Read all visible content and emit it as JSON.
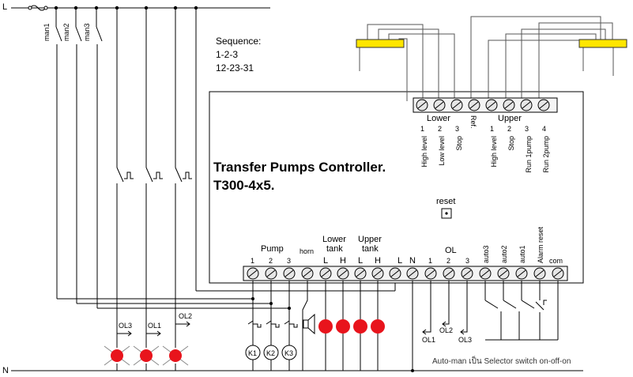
{
  "rails": {
    "top_label": "L",
    "bottom_label": "N"
  },
  "sequence": {
    "title": "Sequence:",
    "line1": "1-2-3",
    "line2": "12-23-31"
  },
  "controller": {
    "title_line1": "Transfer Pumps Controller.",
    "title_line2": "T300-4x5.",
    "reset_label": "reset"
  },
  "manual_switches": [
    "man1",
    "man2",
    "man3"
  ],
  "top_terminals": {
    "lower_group": "Lower",
    "upper_group": "Upper",
    "ref_label": "Ref.",
    "lower_numbers": [
      "1",
      "2",
      "3"
    ],
    "upper_numbers": [
      "1",
      "2",
      "3",
      "4"
    ],
    "lower_signals": [
      "High level",
      "Low level",
      "Stop"
    ],
    "upper_signals": [
      "High level",
      "Stop",
      "Run 1pump",
      "Run 2pump"
    ]
  },
  "bottom_terminals": {
    "pump_group": "Pump",
    "pump_numbers": [
      "1",
      "2",
      "3"
    ],
    "horn": "horn",
    "lower_tank_line1": "Lower",
    "lower_tank_line2": "tank",
    "upper_tank_line1": "Upper",
    "upper_tank_line2": "tank",
    "level_L": "L",
    "level_H": "H",
    "supply_L": "L",
    "supply_N": "N",
    "ol_group": "OL",
    "ol_numbers": [
      "1",
      "2",
      "3"
    ],
    "auto3": "auto3",
    "auto2": "auto2",
    "auto1": "auto1",
    "alarm_reset": "Alarm reset",
    "com": "com"
  },
  "contactors": [
    "K1",
    "K2",
    "K3"
  ],
  "overloads": {
    "ol3": "OL3",
    "ol1": "OL1",
    "ol2": "OL2"
  },
  "ol_outputs": {
    "ol1": "OL1",
    "ol2": "OL2",
    "ol3": "OL3"
  },
  "footnote": "Auto-man เป็น Selector switch on-off-on",
  "colors": {
    "lamp": "#e8141c",
    "float_switch": "#ffe600",
    "wire": "#000000"
  }
}
